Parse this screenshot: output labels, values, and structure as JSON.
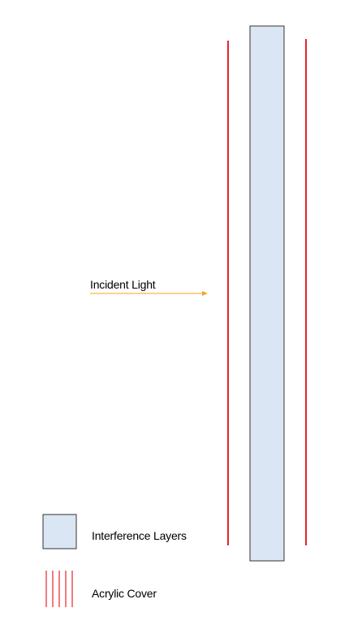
{
  "labels": {
    "incident_light": "Incident Light",
    "interference_layers": "Interference Layers",
    "acrylic_cover": "Acrylic Cover"
  },
  "colors": {
    "background": "#ffffff",
    "acrylic_cover_line": "#e8242b",
    "interference_fill": "#dae6f3",
    "interference_stroke": "#333333",
    "incident_arrow": "#f5a623",
    "text": "#000000"
  },
  "icons": {
    "arrow": "right-arrow-icon"
  }
}
